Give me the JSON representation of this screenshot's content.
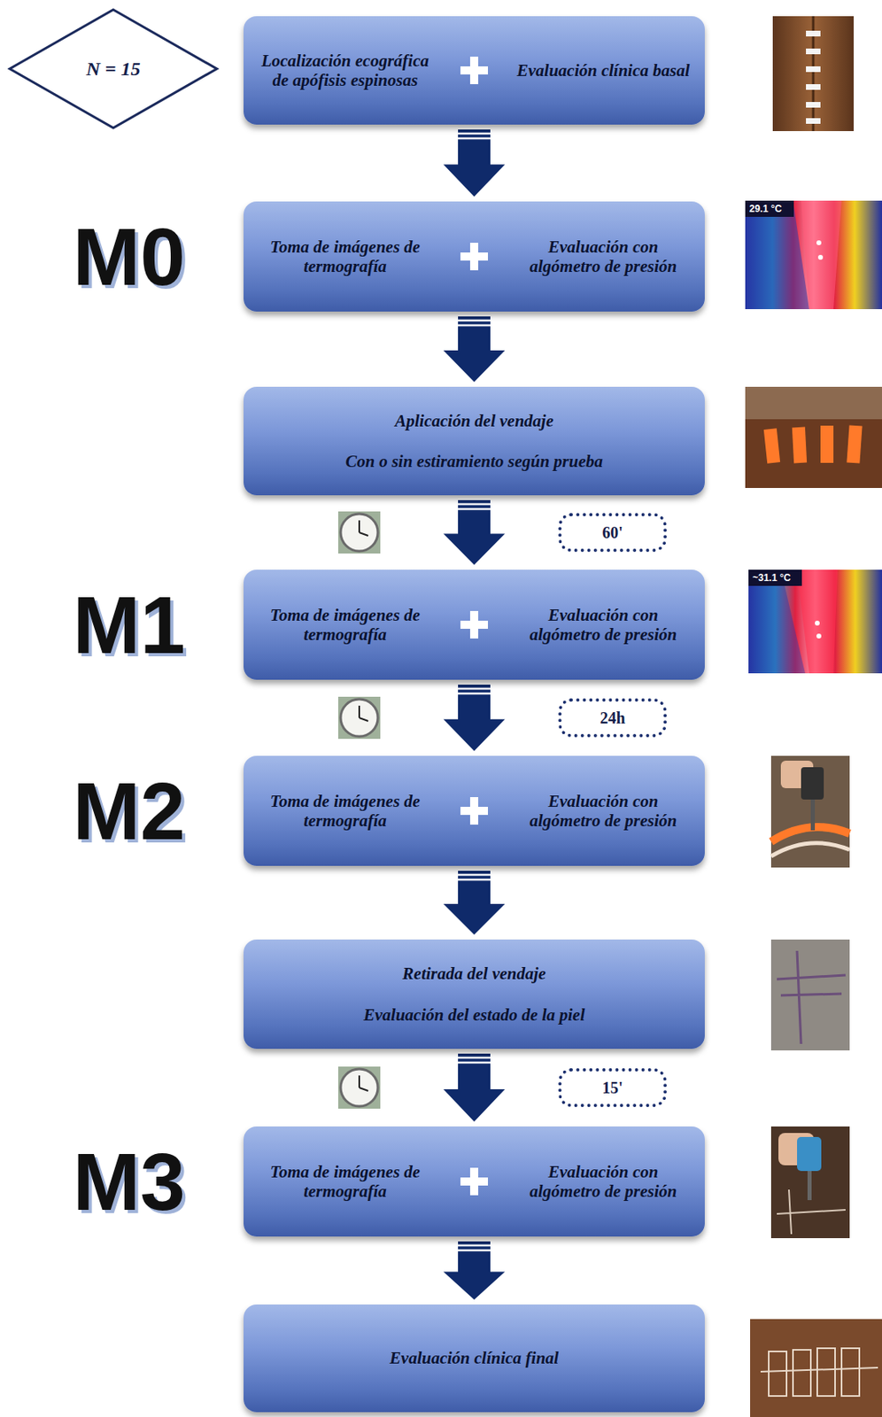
{
  "diagram": {
    "nodes": [
      {
        "text": [
          "N = 15"
        ]
      },
      {
        "text": [
          "Localización ecográfica de apófisis espinosas",
          "Evaluación clínica basal"
        ]
      },
      {
        "text": [
          "Toma de imágenes de termografía",
          "Evaluación con algómetro de presión"
        ]
      },
      {
        "text": [
          "Aplicación del vendaje",
          "Con o sin estiramiento según prueba"
        ]
      },
      {
        "text": [
          "60'"
        ]
      },
      {
        "text": [
          "Toma de imágenes de termografía",
          "Evaluación con algómetro de presión"
        ]
      },
      {
        "text": [
          "24h"
        ]
      },
      {
        "text": [
          "Toma de imágenes de termografía",
          "Evaluación con algómetro de presión"
        ]
      },
      {
        "text": [
          "Retirada del vendaje",
          "Evaluación del estado de la piel"
        ]
      },
      {
        "text": [
          "15'"
        ]
      },
      {
        "text": [
          "Toma de imágenes de termografía",
          "Evaluación con algómetro de presión"
        ]
      },
      {
        "text": [
          "Evaluación clínica final"
        ]
      }
    ],
    "edges": [
      {
        "from": 1,
        "to": 2,
        "arrow": "to"
      },
      {
        "from": 2,
        "to": 3,
        "arrow": "to"
      },
      {
        "from": 3,
        "to": 5,
        "arrow": "to"
      },
      {
        "from": 5,
        "to": 7,
        "arrow": "to"
      },
      {
        "from": 7,
        "to": 8,
        "arrow": "to"
      },
      {
        "from": 8,
        "to": 10,
        "arrow": "to"
      },
      {
        "from": 10,
        "to": 11,
        "arrow": "to"
      }
    ],
    "labels": [
      "M0",
      "M1",
      "M2",
      "M3",
      "29.1 °C",
      "~31.1 °C"
    ]
  }
}
